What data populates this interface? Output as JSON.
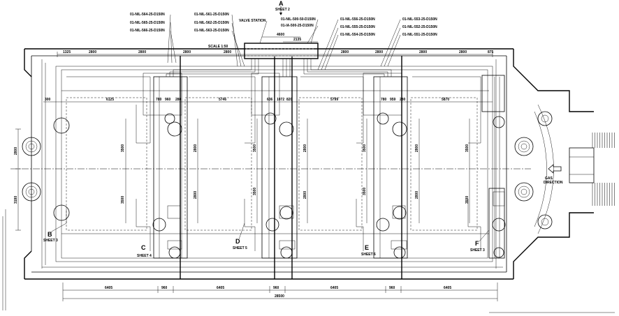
{
  "labels": {
    "left_pipes": [
      "01-NIL-564-25-D150N",
      "01-NIL-565-25-D150N",
      "01-NIL-566-25-D150N"
    ],
    "midleft_pipes": [
      "01-NIL-561-25-D150N",
      "01-NIL-562-25-D150N",
      "01-NIL-563-25-D150N"
    ],
    "valve_station": "VALVE STATION",
    "center_pipes": [
      "01-NIL-500-50-D150N",
      "01-IA-500-25-D150N"
    ],
    "midright_pipes": [
      "01-NIL-556-25-D150N",
      "01-NIL-555-25-D150N",
      "01-NIL-554-25-D150N"
    ],
    "right_pipes": [
      "01-NIL-553-25-D150N",
      "01-NIL-552-25-D150N",
      "01-NIL-551-25-D150N"
    ],
    "scale": "SCALE 1:50",
    "gas_direction": [
      "GAS",
      "DIRECTION"
    ]
  },
  "callouts": {
    "a": {
      "letter": "A",
      "sheet": "SHEET 2"
    },
    "b": {
      "letter": "B",
      "sheet": "SHEET 3"
    },
    "c": {
      "letter": "C",
      "sheet": "SHEET 4"
    },
    "d": {
      "letter": "D",
      "sheet": "SHEET 5"
    },
    "e": {
      "letter": "E",
      "sheet": "SHEET 6"
    },
    "f": {
      "letter": "F",
      "sheet": "SHEET 3"
    }
  },
  "dims": {
    "top_row": [
      "1325",
      "2800",
      "2800",
      "2800",
      "2800",
      "2800",
      "2800",
      "2800",
      "2800",
      "875"
    ],
    "valve_width": "4600",
    "valve_inner": "2135",
    "bay_row": [
      "300",
      "6125",
      "5746",
      "5799",
      "5870"
    ],
    "col_small": [
      "780",
      "960",
      "280",
      "636",
      "1072",
      "820",
      "780",
      "959",
      "280"
    ],
    "vert_3500": "3500",
    "vert_2800": "2800",
    "left_2800": "2800",
    "left_3180": "3180",
    "bottom_row": [
      "6405",
      "960",
      "6405",
      "960",
      "6405",
      "960",
      "6405"
    ],
    "overall": "28500"
  }
}
